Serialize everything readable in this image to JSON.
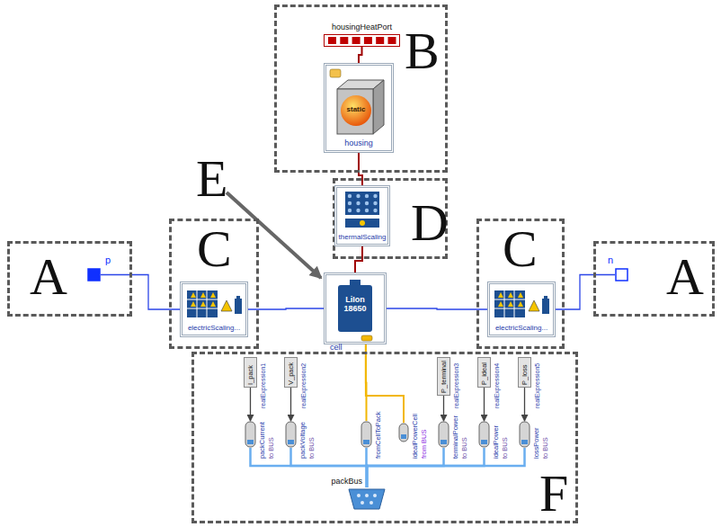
{
  "diagram": {
    "nodes": [
      {
        "text": [
          "A"
        ]
      },
      {
        "text": [
          "p"
        ],
        "in": 0
      },
      {
        "text": [
          "C"
        ]
      },
      {
        "text": [
          "electricScaling..."
        ],
        "in": 2
      },
      {
        "text": [
          "B"
        ]
      },
      {
        "text": [
          "housingHeatPort"
        ],
        "in": 4
      },
      {
        "text": [
          "static",
          "housing"
        ],
        "in": 4
      },
      {
        "text": [
          "D"
        ]
      },
      {
        "text": [
          "thermalScaling"
        ],
        "in": 7
      },
      {
        "text": [
          "LiIon 18650",
          "cell"
        ]
      },
      {
        "text": [
          "C"
        ]
      },
      {
        "text": [
          "electricScaling..."
        ],
        "in": 10
      },
      {
        "text": [
          "A"
        ]
      },
      {
        "text": [
          "n"
        ],
        "in": 12
      },
      {
        "text": [
          "F"
        ]
      },
      {
        "text": [
          "I_pack",
          "realExpression1"
        ],
        "in": 14
      },
      {
        "text": [
          "V_pack",
          "realExpression2"
        ],
        "in": 14
      },
      {
        "text": [
          "P_terminal",
          "realExpression3"
        ],
        "in": 14
      },
      {
        "text": [
          "P_ideal",
          "realExpression4"
        ],
        "in": 14
      },
      {
        "text": [
          "P_loss",
          "realExpression5"
        ],
        "in": 14
      },
      {
        "text": [
          "packCurrent",
          "to BUS"
        ],
        "in": 14
      },
      {
        "text": [
          "packVoltage",
          "to BUS"
        ],
        "in": 14
      },
      {
        "text": [
          "fromCellToPack"
        ],
        "in": 14
      },
      {
        "text": [
          "idealPowerCell",
          "from BUS"
        ],
        "in": 14
      },
      {
        "text": [
          "terminalPower",
          "to BUS"
        ],
        "in": 14
      },
      {
        "text": [
          "idealPower",
          "to BUS"
        ],
        "in": 14
      },
      {
        "text": [
          "lossPower",
          "to BUS"
        ],
        "in": 14
      },
      {
        "text": [
          "packBus"
        ],
        "in": 14
      }
    ],
    "edges": [
      {
        "from": 1,
        "to": 3,
        "arrow": "none"
      },
      {
        "from": 3,
        "to": 9,
        "arrow": "none"
      },
      {
        "from": 9,
        "to": 11,
        "arrow": "none"
      },
      {
        "from": 11,
        "to": 13,
        "arrow": "none"
      },
      {
        "from": 5,
        "to": 6,
        "arrow": "none"
      },
      {
        "from": 6,
        "to": 8,
        "arrow": "none"
      },
      {
        "from": 8,
        "to": 9,
        "arrow": "none"
      },
      {
        "from": 15,
        "to": 20,
        "arrow": "to"
      },
      {
        "from": 16,
        "to": 21,
        "arrow": "to"
      },
      {
        "from": 17,
        "to": 24,
        "arrow": "to"
      },
      {
        "from": 18,
        "to": 25,
        "arrow": "to"
      },
      {
        "from": 19,
        "to": 26,
        "arrow": "to"
      },
      {
        "from": 9,
        "to": 22,
        "arrow": "none"
      },
      {
        "from": 9,
        "to": 23,
        "arrow": "none"
      },
      {
        "from": 20,
        "to": 27,
        "arrow": "none"
      },
      {
        "from": 21,
        "to": 27,
        "arrow": "none"
      },
      {
        "from": 22,
        "to": 27,
        "arrow": "none"
      },
      {
        "from": 24,
        "to": 27,
        "arrow": "none"
      },
      {
        "from": 25,
        "to": 27,
        "arrow": "none"
      },
      {
        "from": 26,
        "to": 27,
        "arrow": "none"
      }
    ],
    "labels": [
      "E"
    ]
  }
}
